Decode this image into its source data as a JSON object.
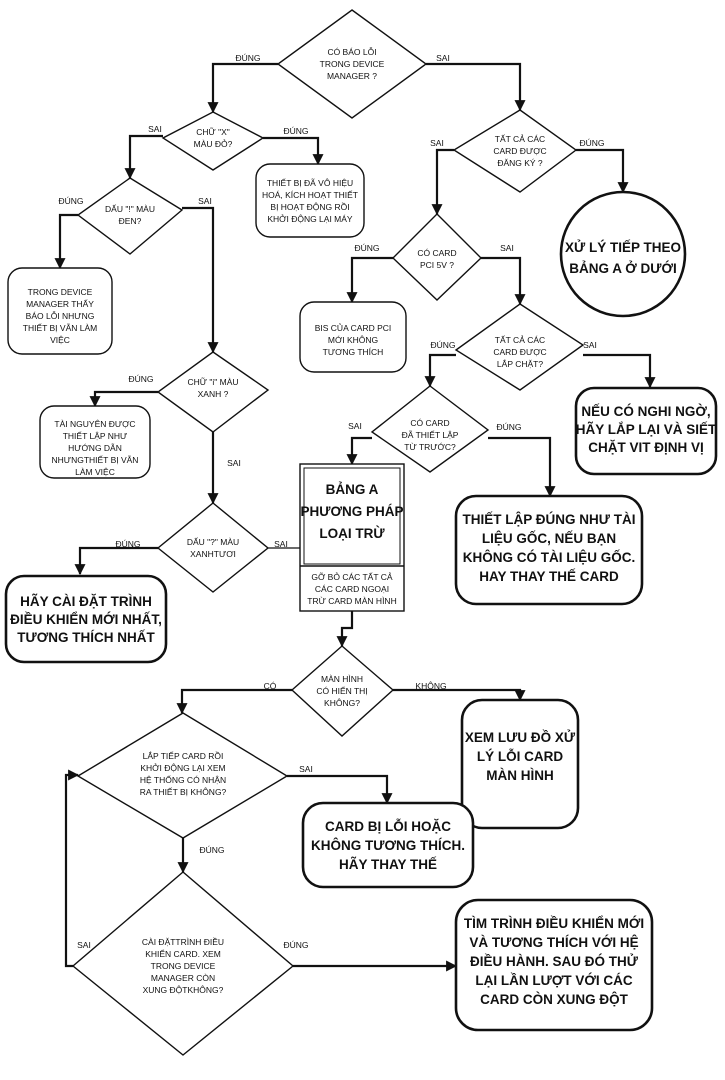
{
  "nodes": {
    "d_device_manager": [
      "CÓ BÁO LỖI",
      "TRONG DEVICE",
      "MANAGER ?"
    ],
    "d_red_x": [
      "CHỮ \"X\"",
      "MÀU ĐỎ?"
    ],
    "r_disabled": [
      "THIẾT BỊ ĐÃ VÔ HIỆU",
      "HOÁ, KÍCH HOẠT THIẾT",
      "BỊ HOẠT ĐỘNG RỒI",
      "KHỞI ĐỘNG LẠI MÁY"
    ],
    "d_black_mark": [
      "DẤU \"!\" MÀU",
      "ĐEN?"
    ],
    "r_still_works": [
      "TRONG DEVICE",
      "MANAGER THẤY",
      "BÁO LỖI NHƯNG",
      "THIẾT BỊ VẪN LÀM",
      "VIỆC"
    ],
    "d_blue_i": [
      "CHỮ \"i\" MÀU",
      "XANH ?"
    ],
    "r_resources": [
      "TÀI NGUYÊN ĐƯỢC",
      "THIẾT LẬP NHƯ",
      "HƯỚNG DẪN",
      "NHƯNGTHIẾT BỊ VẪN",
      "LÀM VIỆC"
    ],
    "d_green_q": [
      "DẤU \"?\" MÀU",
      "XANHTƯƠI"
    ],
    "r_install_driver": [
      "HÃY CÀI ĐẶT TRÌNH",
      "ĐIỀU KHIỂN MỚI NHẤT,",
      "TƯƠNG THÍCH NHẤT"
    ],
    "d_all_registered": [
      "TẤT CẢ CÁC",
      "CARD ĐƯỢC",
      "ĐĂNG KÝ ?"
    ],
    "r_process_a": [
      "XỬ LÝ TIẾP THEO",
      "BẢNG A Ở DƯỚI"
    ],
    "d_pci5v": [
      "CÓ CARD",
      "PCI 5V ?"
    ],
    "r_bios": [
      "BIS CỦA CARD PCI",
      "MỚI KHÔNG",
      "TƯƠNG THÍCH"
    ],
    "d_seated": [
      "TẤT CẢ CÁC",
      "CARD ĐƯỢC",
      "LẮP CHẶT?"
    ],
    "r_reseat": [
      "NẾU CÓ NGHI NGỜ,",
      "HÃY LẮP LẠI VÀ SIẾT",
      "CHẶT VIT ĐỊNH VỊ"
    ],
    "d_preconfigured": [
      "CÓ CARD",
      "ĐÃ THIẾT LẬP",
      "TỪ TRƯỚC?"
    ],
    "r_setup_docs": [
      "THIẾT LẬP ĐÚNG NHƯ TÀI",
      "LIỆU GỐC, NẾU BẠN",
      "KHÔNG CÓ TÀI LIỆU GỐC.",
      "HAY THAY THẾ CARD"
    ],
    "table_a_title": [
      "BẢNG A",
      "PHƯƠNG PHÁP",
      "LOẠI TRỪ"
    ],
    "table_a_body": [
      "GỠ BỎ CÁC TẤT CẢ",
      "CÁC CARD NGOẠI",
      "TRỪ CARD MÀN HÌNH"
    ],
    "d_display": [
      "MÀN HÌNH",
      "CÓ HIỂN THỊ",
      "KHÔNG?"
    ],
    "r_video_flow": [
      "XEM LƯU ĐỒ XỬ",
      "LÝ LỖI CARD",
      "MÀN HÌNH"
    ],
    "d_install_card": [
      "LẮP TIẾP CARD RỒI",
      "KHỞI ĐỘNG LẠI XEM",
      "HỆ THỐNG CÓ NHẬN",
      "RA THIẾT BỊ KHÔNG?"
    ],
    "r_card_faulty": [
      "CARD BỊ  LỖI HOẶC",
      "KHÔNG TƯƠNG THÍCH.",
      "HÃY THAY THẾ"
    ],
    "d_driver_conflict": [
      "CÀI ĐẶTTRÌNH ĐIỀU",
      "KHIỂN CARD. XEM",
      "TRONG DEVICE",
      "MANAGER CÒN",
      "XUNG ĐỘTKHÔNG?"
    ],
    "r_find_driver": [
      "TÌM TRÌNH ĐIỀU KHIỂN MỚI",
      "VÀ TƯƠNG THÍCH VỚI HỆ",
      "ĐIỀU HÀNH. SAU ĐÓ THỬ",
      "LẠI LẦN LƯỢT VỚI CÁC",
      "CARD CÒN XUNG ĐỘT"
    ]
  },
  "labels": {
    "yes": "ĐÚNG",
    "no": "SAI",
    "co": "CÓ",
    "khong": "KHÔNG"
  }
}
